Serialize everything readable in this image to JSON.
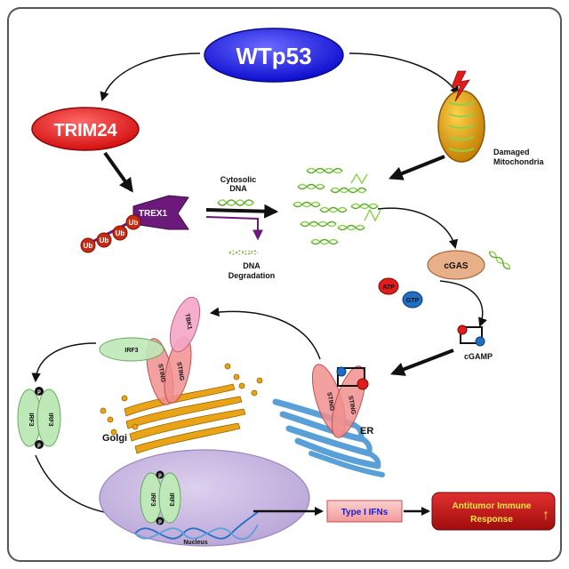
{
  "labels": {
    "wtp53": "WTp53",
    "trim24": "TRIM24",
    "trex1": "TREX1",
    "ub": "Ub",
    "cytosolic_dna_line1": "Cytosolic",
    "cytosolic_dna_line2": "DNA",
    "dna_degradation_line1": "DNA",
    "dna_degradation_line2": "Degradation",
    "damaged_mito_line1": "Damaged",
    "damaged_mito_line2": "Mitochondria",
    "cgas": "cGAS",
    "atp": "ATP",
    "gtp": "GTP",
    "cgamp": "cGAMP",
    "tbk1": "TBK1",
    "irf3": "IRF3",
    "sting": "STING",
    "p": "p",
    "golgi": "Golgi",
    "er": "ER",
    "nucleus": "Nucleus",
    "type1_ifns": "Type I IFNs",
    "antitumor_line1": "Antitumor Immune",
    "antitumor_line2": "Response",
    "up_arrow": "↑"
  },
  "colors": {
    "wtp53": "#1a1aee",
    "trim24": "#e21b1b",
    "trex1": "#6b1a7a",
    "ub": "#cc2a10",
    "dna": "#8bd14a",
    "cgas": "#e8b089",
    "atp": "#e01c1c",
    "gtp": "#1f6fc4",
    "irf3": "#bfe8b8",
    "sting": "#f08f8f",
    "tbk1": "#f4a6c6",
    "golgi": "#e8a317",
    "er": "#5aa0d8",
    "nucleus": "#c7b6e0",
    "ifn_box": "#f7b3b3",
    "antitumor_box": "#c81414"
  }
}
